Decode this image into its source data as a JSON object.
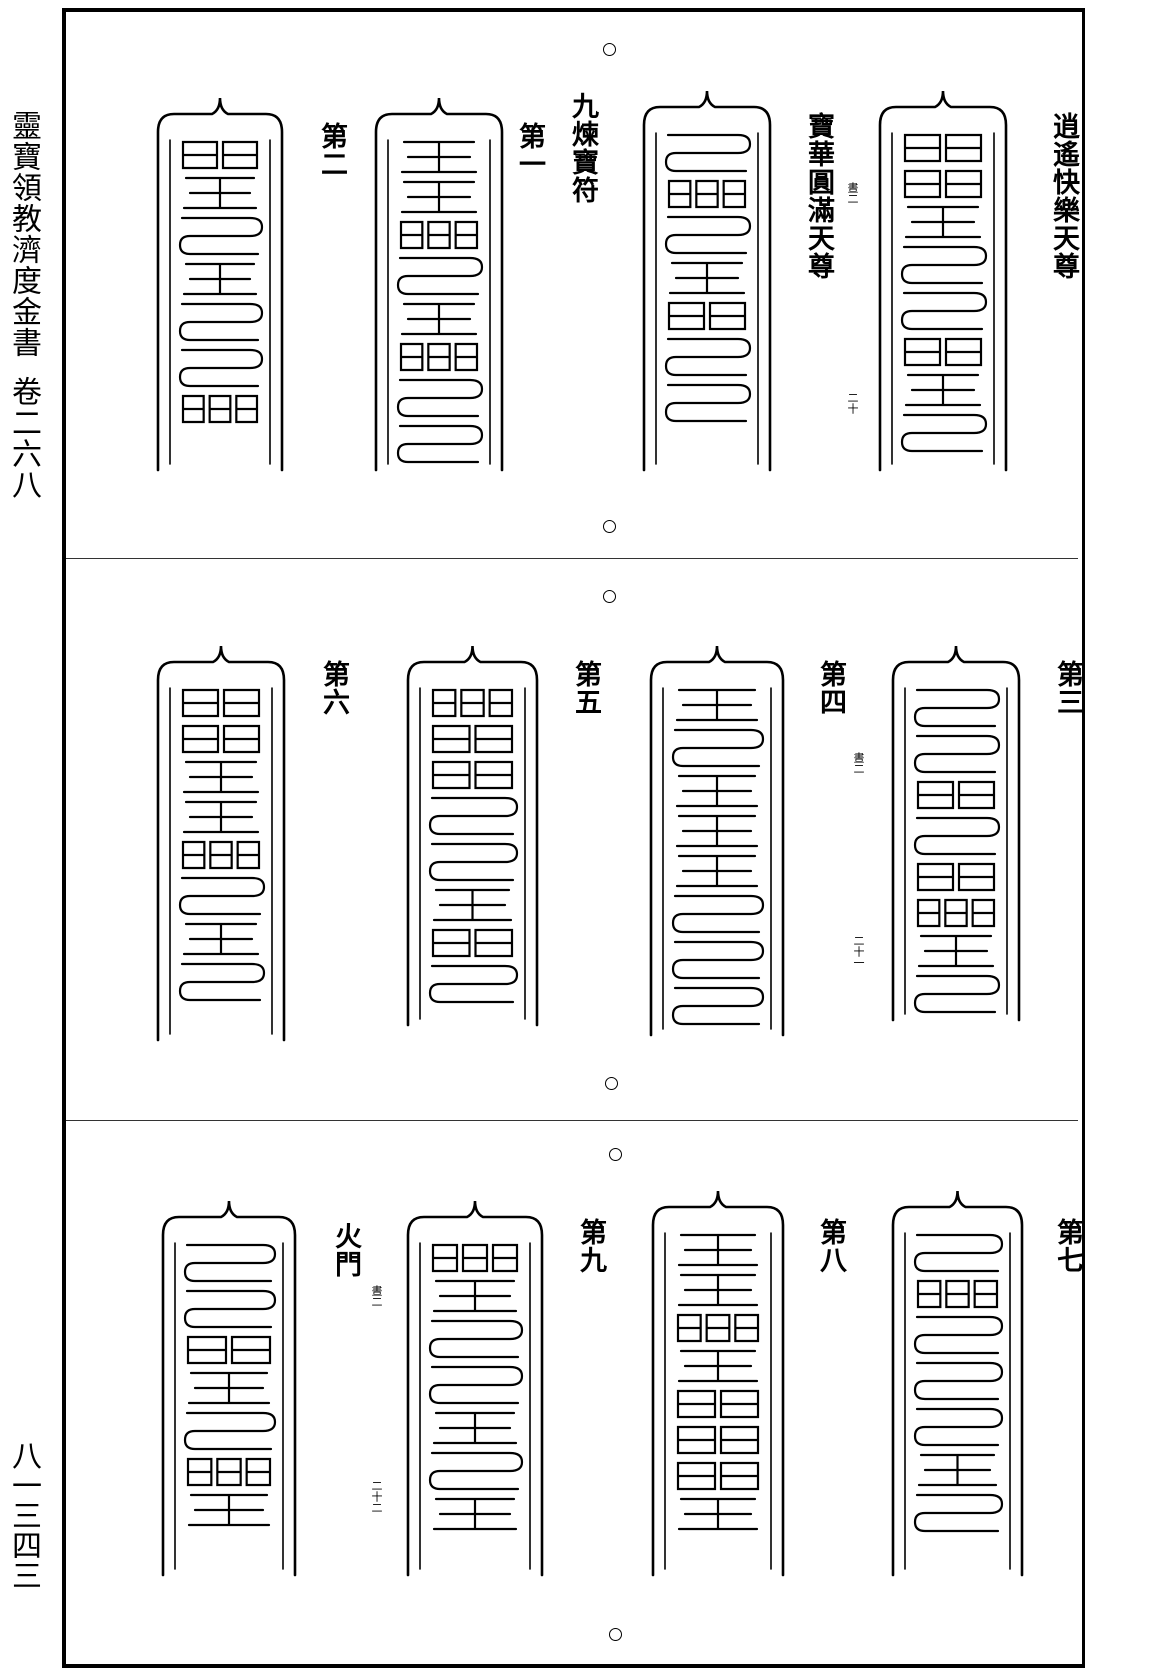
{
  "margin": {
    "book_title": "靈寶領教濟度金書",
    "volume": "卷二六八",
    "page_number": "八一三四三"
  },
  "panels": [
    {
      "labels": [
        "逍遙快樂天尊",
        "寶華圓滿天尊",
        "九煉寶符",
        "第一",
        "第二"
      ],
      "notes": [
        "晝二",
        "二十"
      ]
    },
    {
      "labels": [
        "第三",
        "第四",
        "第五",
        "第六"
      ],
      "notes": [
        "晝二",
        "二十一"
      ]
    },
    {
      "labels": [
        "第七",
        "第八",
        "第九",
        "火門"
      ],
      "notes": [
        "晝二",
        "二十二"
      ]
    }
  ]
}
